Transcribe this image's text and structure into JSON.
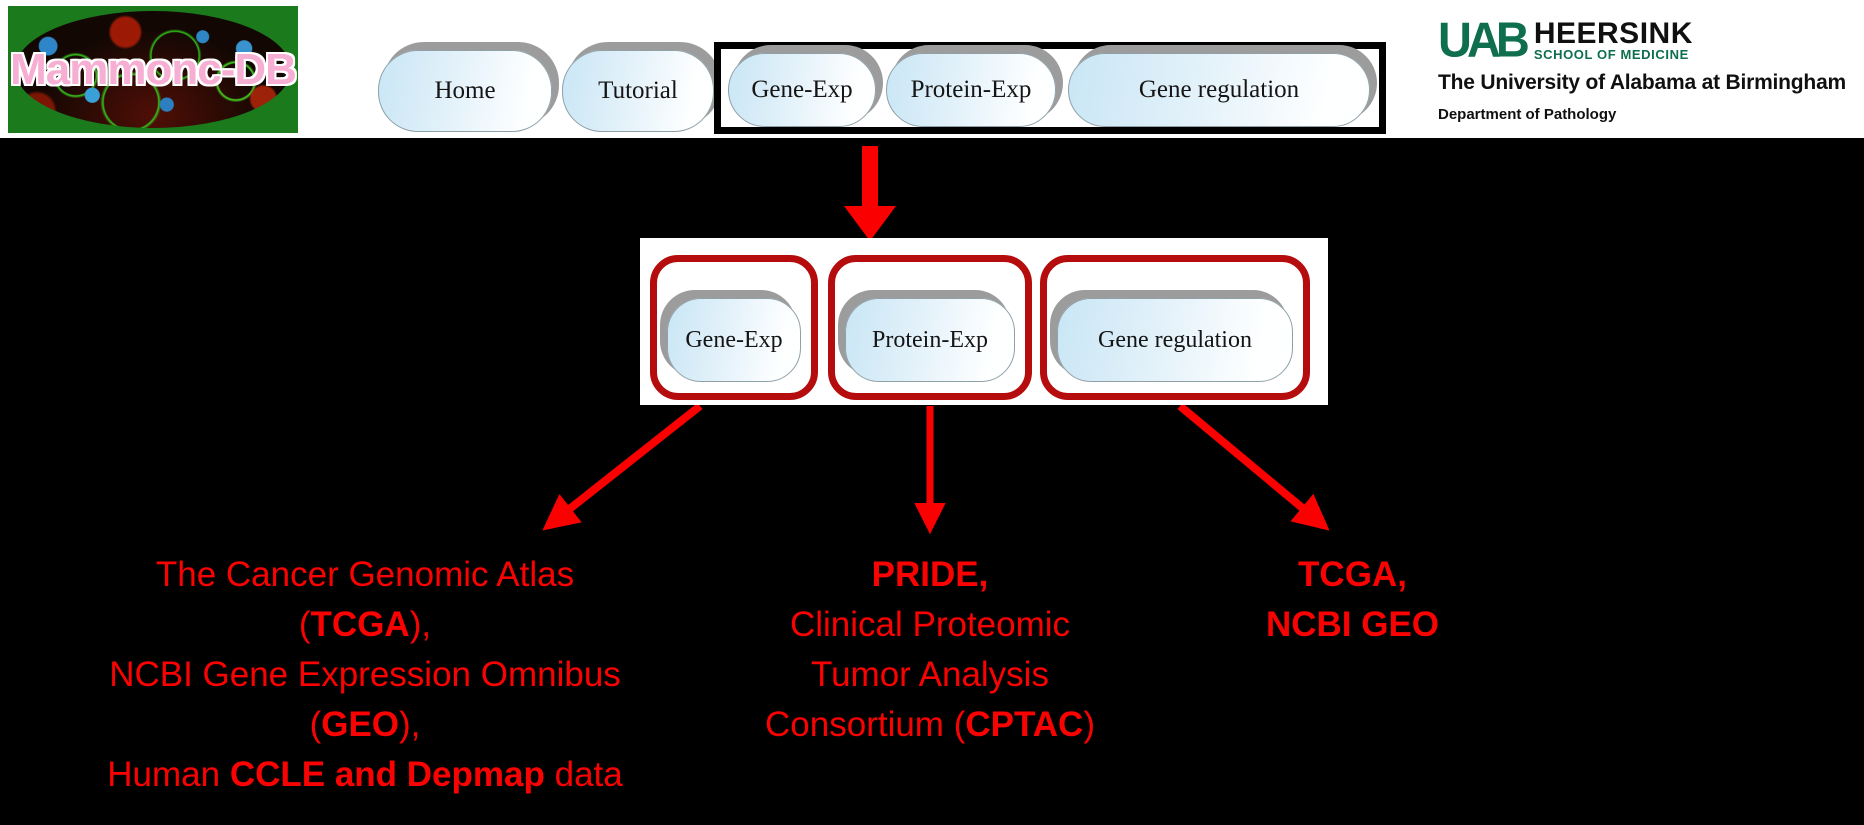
{
  "header": {
    "logo": {
      "title": "Mammonc-DB"
    },
    "nav": [
      {
        "label": "Home"
      },
      {
        "label": "Tutorial"
      }
    ],
    "boxed_nav": [
      {
        "label": "Gene-Exp"
      },
      {
        "label": "Protein-Exp"
      },
      {
        "label": "Gene regulation"
      }
    ],
    "uab": {
      "monogram": "UAB",
      "school": "HEERSINK",
      "school_sub": "SCHOOL OF MEDICINE",
      "university": "The University of Alabama at Birmingham",
      "department": "Department of Pathology"
    }
  },
  "diagram": {
    "panel_nav": [
      {
        "label": "Gene-Exp"
      },
      {
        "label": "Protein-Exp"
      },
      {
        "label": "Gene regulation"
      }
    ],
    "sources": [
      {
        "name": "gene-exp-sources",
        "lines": [
          {
            "segments": [
              [
                "The Cancer Genomic Atlas",
                false
              ]
            ]
          },
          {
            "segments": [
              [
                "(",
                false
              ],
              [
                "TCGA",
                true
              ],
              [
                "),",
                false
              ]
            ]
          },
          {
            "segments": [
              [
                "NCBI Gene Expression Omnibus",
                false
              ]
            ]
          },
          {
            "segments": [
              [
                "(",
                false
              ],
              [
                "GEO",
                true
              ],
              [
                "),",
                false
              ]
            ]
          },
          {
            "segments": [
              [
                "Human ",
                false
              ],
              [
                "CCLE and Depmap",
                true
              ],
              [
                " data",
                false
              ]
            ]
          }
        ]
      },
      {
        "name": "protein-exp-sources",
        "lines": [
          {
            "segments": [
              [
                "PRIDE,",
                true
              ]
            ]
          },
          {
            "segments": [
              [
                "Clinical Proteomic",
                false
              ]
            ]
          },
          {
            "segments": [
              [
                "Tumor Analysis",
                false
              ]
            ]
          },
          {
            "segments": [
              [
                "Consortium (",
                false
              ],
              [
                "CPTAC",
                true
              ],
              [
                ")",
                false
              ]
            ]
          }
        ]
      },
      {
        "name": "gene-regulation-sources",
        "lines": [
          {
            "segments": [
              [
                "TCGA,",
                true
              ]
            ]
          },
          {
            "segments": [
              [
                "NCBI GEO",
                true
              ]
            ]
          }
        ]
      }
    ]
  },
  "colors": {
    "accent_red": "#fa0202",
    "red_box_border": "#b50d0d",
    "uab_green": "#0e6e4e",
    "logo_green": "#1b7a1b",
    "logo_pink": "#f6aed2",
    "pill_blue": "#c9e6f5",
    "page_background": "#000000",
    "header_background": "#ffffff"
  }
}
